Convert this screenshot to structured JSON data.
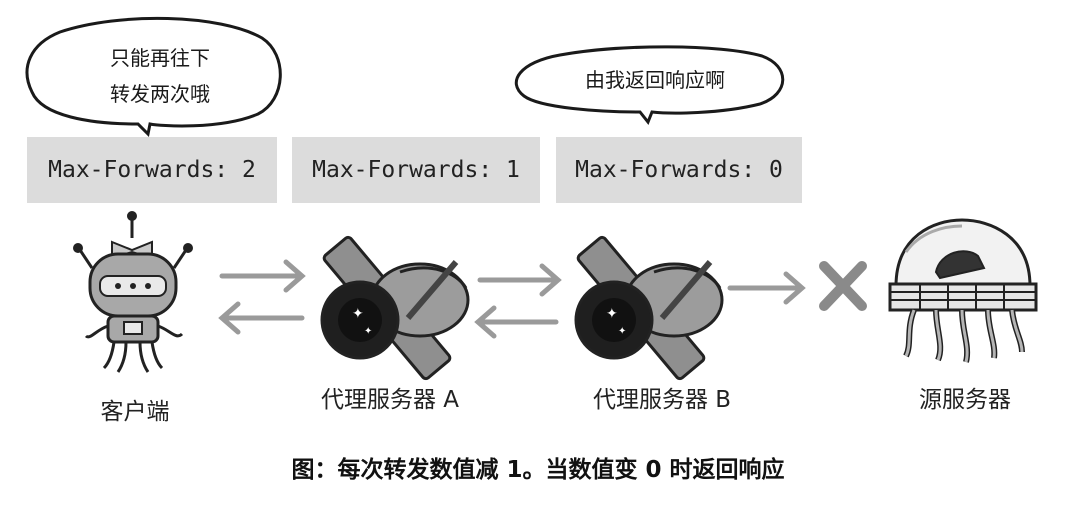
{
  "bubbles": {
    "client_line1": "只能再往下",
    "client_line2": "转发两次哦",
    "proxy_b": "由我返回响应啊"
  },
  "headers": [
    {
      "text": "Max-Forwards: 2"
    },
    {
      "text": "Max-Forwards: 1"
    },
    {
      "text": "Max-Forwards: 0"
    }
  ],
  "nodes": [
    {
      "label": "客户端"
    },
    {
      "label": "代理服务器 A"
    },
    {
      "label": "代理服务器 B"
    },
    {
      "label": "源服务器"
    }
  ],
  "caption": "图：每次转发数值减 1。当数值变 0 时返回响应",
  "colors": {
    "header_bg": "#dcdcdc",
    "arrow": "#9a9a9a",
    "cross": "#8a8a8a",
    "robot_body": "#a8a8a8",
    "dark": "#222222"
  },
  "icons": [
    "client-robot-icon",
    "proxy-satellite-icon",
    "proxy-satellite-icon",
    "origin-server-dome-icon",
    "blocked-cross-icon"
  ]
}
